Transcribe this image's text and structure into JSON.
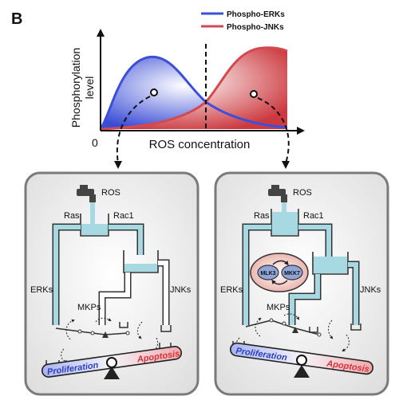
{
  "panel_label": "B",
  "chart": {
    "ylabel_line1": "Phosphorylation",
    "ylabel_line2": "level",
    "xlabel": "ROS concentration",
    "origin": "0",
    "legend": [
      {
        "name": "Phospho-ERKs",
        "color": "#3b4fd8"
      },
      {
        "name": "Phospho-JNKs",
        "color": "#d04a50"
      }
    ]
  },
  "left_panel": {
    "source": "ROS",
    "pipe_left": "Ras",
    "pipe_right": "Rac1",
    "branch_left": "ERKs",
    "branch_right": "JNKs",
    "phosphatase": "MKPs",
    "outcome_left": "Proliferation",
    "outcome_right": "Apoptosis"
  },
  "right_panel": {
    "source": "ROS",
    "pipe_left": "Ras",
    "pipe_right": "Rac1",
    "branch_left": "ERKs",
    "branch_right": "JNKs",
    "phosphatase": "MKPs",
    "kinase_1": "MLK3",
    "kinase_2": "MKK7",
    "outcome_left": "Proliferation",
    "outcome_right": "Apoptosis"
  },
  "colors": {
    "erk_blue": "#3b4fd8",
    "jnk_red": "#d04a50",
    "water": "#a7d9e3",
    "pipe_stroke": "#333333",
    "box_border": "#7a7a7a",
    "proliferation_text": "#2c3fbf",
    "apoptosis_text": "#d6303a"
  }
}
